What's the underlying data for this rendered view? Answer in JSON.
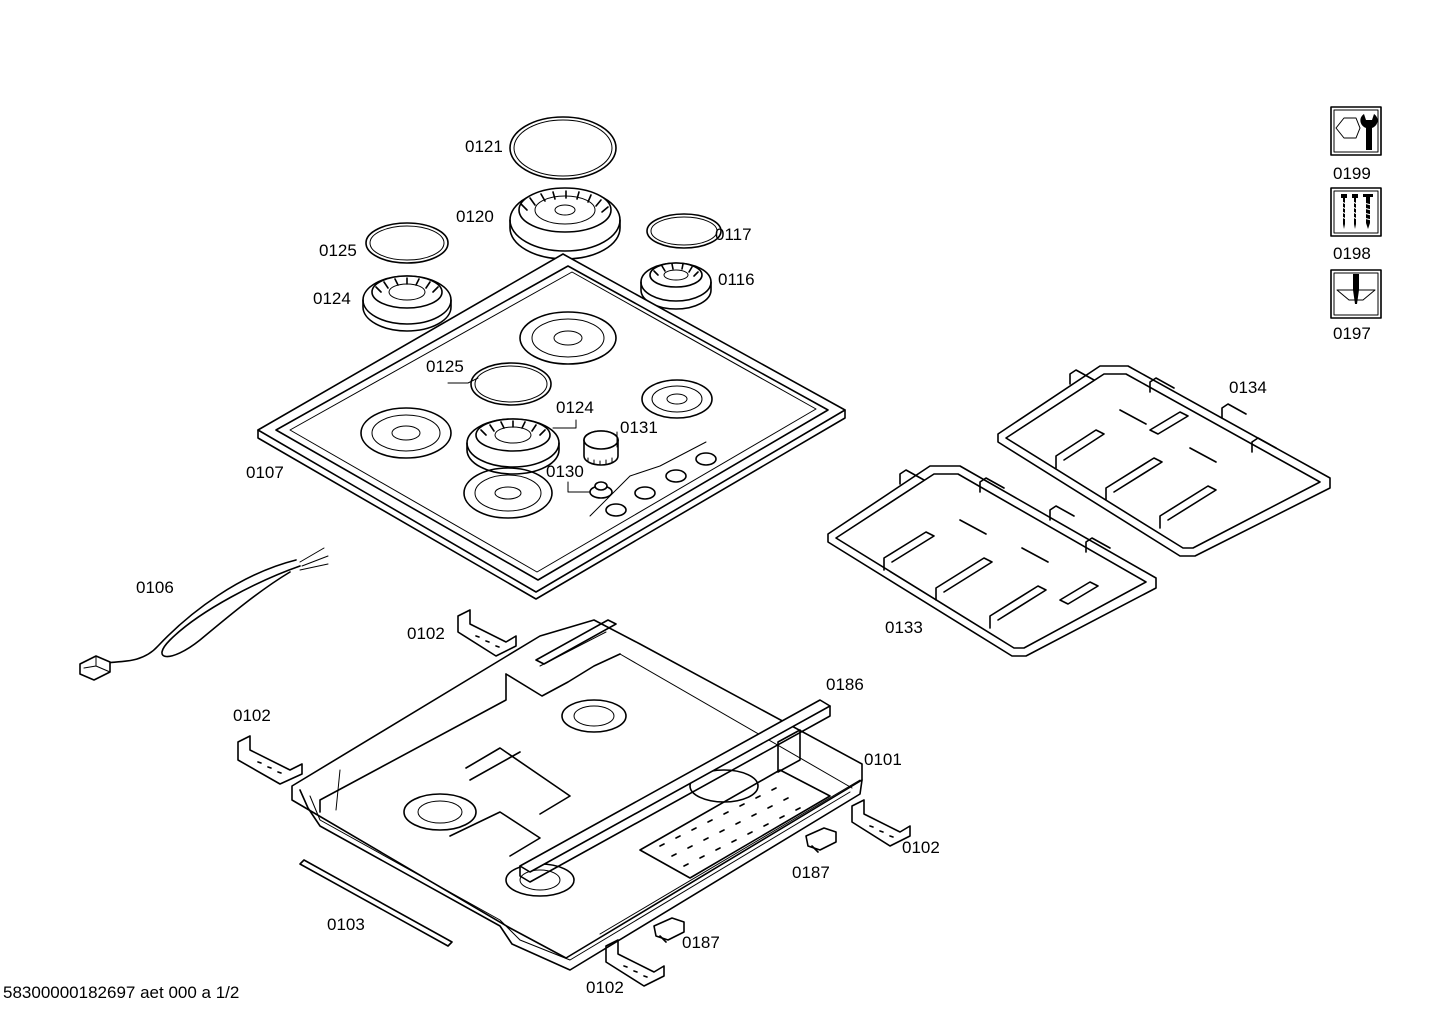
{
  "footer": {
    "code": "58300000182697 aet 000 a 1/2"
  },
  "tools": {
    "wrench": "0199",
    "screws": "0198",
    "screwdriver": "0197"
  },
  "parts": {
    "p0121": "0121",
    "p0120": "0120",
    "p0125a": "0125",
    "p0117": "0117",
    "p0116": "0116",
    "p0124a": "0124",
    "p0125b": "0125",
    "p0124b": "0124",
    "p0131": "0131",
    "p0130": "0130",
    "p0107": "0107",
    "p0134": "0134",
    "p0133": "0133",
    "p0106": "0106",
    "p0102a": "0102",
    "p0102b": "0102",
    "p0102c": "0102",
    "p0102d": "0102",
    "p0186": "0186",
    "p0101": "0101",
    "p0187a": "0187",
    "p0187b": "0187",
    "p0103": "0103"
  }
}
